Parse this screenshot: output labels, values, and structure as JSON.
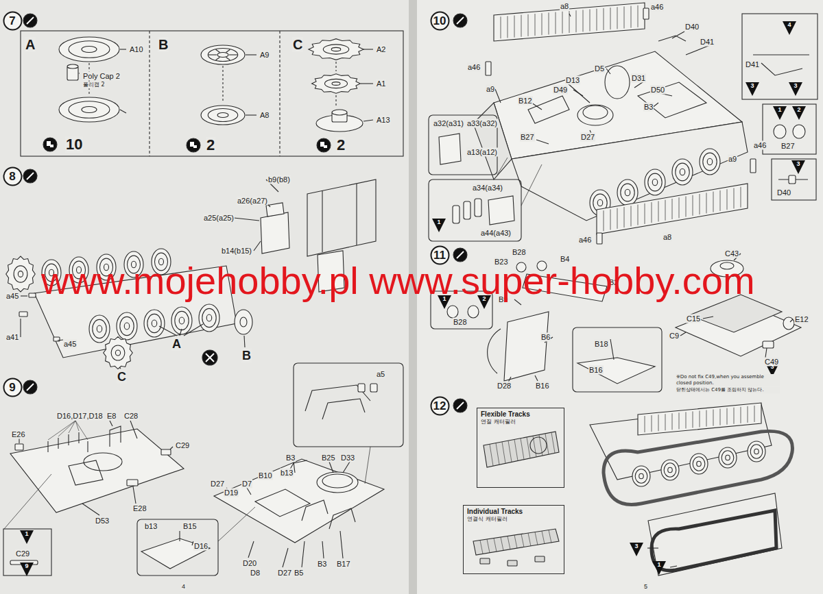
{
  "diagram": {
    "nodes": [
      {
        "text": [
          "7"
        ]
      },
      {
        "text": [
          "8"
        ]
      },
      {
        "text": [
          "9"
        ]
      },
      {
        "text": [
          "10"
        ]
      },
      {
        "text": [
          "11"
        ]
      },
      {
        "text": [
          "12"
        ]
      },
      {
        "text": [
          "Flexible Tracks",
          "연질 캐터필러"
        ]
      },
      {
        "text": [
          "Individual Tracks",
          "연결식 캐터필러"
        ]
      }
    ],
    "labels": [
      "A",
      "A10",
      "Poly Cap 2",
      "폴리캡 2",
      "10",
      "B",
      "A9",
      "A8",
      "2",
      "C",
      "A2",
      "A1",
      "A13",
      "2",
      "b9(b8)",
      "a26(a27)",
      "a25(a25)",
      "b14(b15)",
      "a45",
      "a41",
      "a45",
      "A",
      "C",
      "B",
      "D16,D17,D18",
      "E8",
      "C28",
      "E26",
      "C29",
      "D53",
      "E28",
      "1",
      "C29",
      "9",
      "a5",
      "B3",
      "B25",
      "D33",
      "B10",
      "b13",
      "D27",
      "D19",
      "D7",
      "D20",
      "D8",
      "D27",
      "B5",
      "B3",
      "B17",
      "b13",
      "B15",
      "D16",
      "4",
      "a8",
      "a46",
      "D40",
      "D41",
      "D5",
      "D13",
      "D31",
      "D49",
      "B12",
      "D50",
      "B3",
      "a46",
      "a9",
      "B27",
      "D27",
      "a9",
      "a46",
      "a46",
      "a8",
      "4",
      "D41",
      "3",
      "3",
      "1",
      "2",
      "B27",
      "3",
      "D40",
      "a32(a31)",
      "a33(a32)",
      "a13(a12)",
      "a34(a34)",
      "a44(a43)",
      "1",
      "B28",
      "B23",
      "B4",
      "B2",
      "B9",
      "1",
      "2",
      "B28",
      "B6",
      "D28",
      "B16",
      "B18",
      "B16",
      "C43",
      "C15",
      "E12",
      "C9",
      "C49",
      "3",
      "※Do not fix C49,when you assemble closed position.",
      "닫힌상태에서는 C49를 조립하지 않는다.",
      "3",
      "1",
      "5",
      "www.mojehobby.pl www.super-hobby.com"
    ]
  }
}
